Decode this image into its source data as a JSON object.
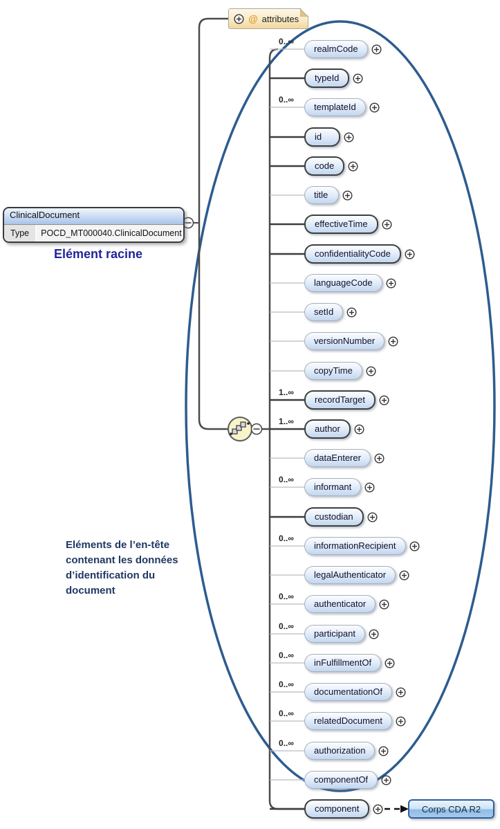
{
  "diagram": {
    "root": {
      "name": "ClinicalDocument",
      "type_label": "Type",
      "type_value": "POCD_MT000040.ClinicalDocument"
    },
    "root_caption": "Elément racine",
    "attributes": {
      "at_symbol": "@",
      "label": "attributes"
    },
    "header_note_lines": [
      "Eléments de l’en-tête",
      "contenant les données",
      "d’identification du",
      "document"
    ],
    "body_box_label": "Corps CDA R2",
    "elements": [
      {
        "name": "realmCode",
        "cardinality": "0..∞",
        "required": false
      },
      {
        "name": "typeId",
        "cardinality": "",
        "required": true
      },
      {
        "name": "templateId",
        "cardinality": "0..∞",
        "required": false
      },
      {
        "name": "id",
        "cardinality": "",
        "required": true
      },
      {
        "name": "code",
        "cardinality": "",
        "required": true
      },
      {
        "name": "title",
        "cardinality": "",
        "required": false
      },
      {
        "name": "effectiveTime",
        "cardinality": "",
        "required": true
      },
      {
        "name": "confidentialityCode",
        "cardinality": "",
        "required": true
      },
      {
        "name": "languageCode",
        "cardinality": "",
        "required": false
      },
      {
        "name": "setId",
        "cardinality": "",
        "required": false
      },
      {
        "name": "versionNumber",
        "cardinality": "",
        "required": false
      },
      {
        "name": "copyTime",
        "cardinality": "",
        "required": false
      },
      {
        "name": "recordTarget",
        "cardinality": "1..∞",
        "required": true
      },
      {
        "name": "author",
        "cardinality": "1..∞",
        "required": true
      },
      {
        "name": "dataEnterer",
        "cardinality": "",
        "required": false
      },
      {
        "name": "informant",
        "cardinality": "0..∞",
        "required": false
      },
      {
        "name": "custodian",
        "cardinality": "",
        "required": true
      },
      {
        "name": "informationRecipient",
        "cardinality": "0..∞",
        "required": false
      },
      {
        "name": "legalAuthenticator",
        "cardinality": "",
        "required": false
      },
      {
        "name": "authenticator",
        "cardinality": "0..∞",
        "required": false
      },
      {
        "name": "participant",
        "cardinality": "0..∞",
        "required": false
      },
      {
        "name": "inFulfillmentOf",
        "cardinality": "0..∞",
        "required": false
      },
      {
        "name": "documentationOf",
        "cardinality": "0..∞",
        "required": false
      },
      {
        "name": "relatedDocument",
        "cardinality": "0..∞",
        "required": false
      },
      {
        "name": "authorization",
        "cardinality": "0..∞",
        "required": false
      },
      {
        "name": "componentOf",
        "cardinality": "",
        "required": false
      },
      {
        "name": "component",
        "cardinality": "",
        "required": true
      }
    ],
    "colors": {
      "ellipse_stroke": "#2d5c8f",
      "note_text": "#1f3864",
      "caption_text": "#22229b",
      "pill_fill_bottom": "#c2d7f0",
      "attributes_fill": "#f2d79e",
      "body_box_border": "#2f5f98"
    }
  }
}
